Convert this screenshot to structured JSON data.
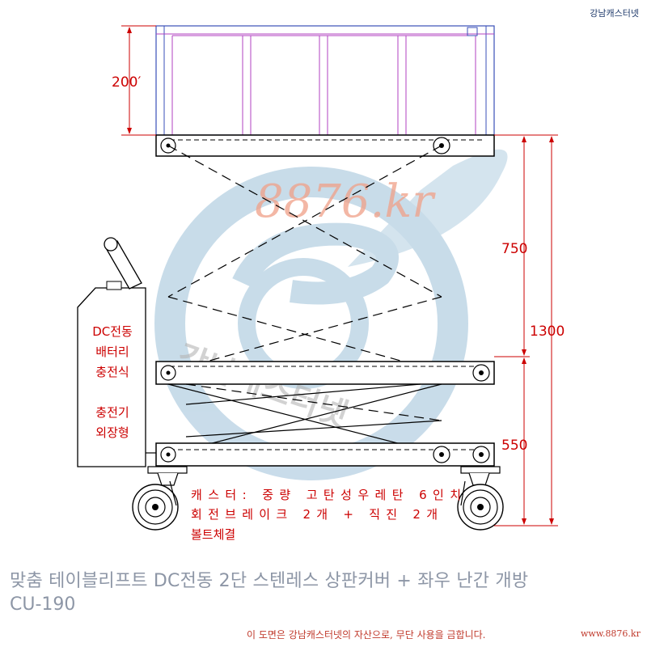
{
  "header": {
    "brand": "강남캐스터넷"
  },
  "watermark": {
    "site": "8876.kr",
    "brand": "강남캐스터넷"
  },
  "dimensions": {
    "top_panel_height": "200′",
    "upper_height": "750",
    "total_height": "1300",
    "lower_height": "550"
  },
  "controller_label": [
    "DC전동",
    "배터리",
    "충전식",
    "",
    "충전기",
    "외장형"
  ],
  "caster_note": [
    "캐스터: 중량 고탄성우레탄 6인치",
    "회전브레이크 2개 + 직진 2개",
    "볼트체결"
  ],
  "footer": {
    "title": "맞춤 테이블리프트 DC전동 2단 스텐레스 상판커버 + 좌우 난간 개방",
    "model": "CU-190",
    "copyright": "이 도면은 강남캐스터넷의 자산으로, 무단 사용을 금합니다.",
    "site": "www.8876.kr"
  },
  "colors": {
    "line": "#000000",
    "dimension": "#cc0000",
    "rail_outer": "#3a4fb8",
    "rail_inner": "#b040c0",
    "watermark_blue": "#7fa8c8",
    "watermark_red": "#f0a088",
    "title_text": "#8d96a6"
  }
}
